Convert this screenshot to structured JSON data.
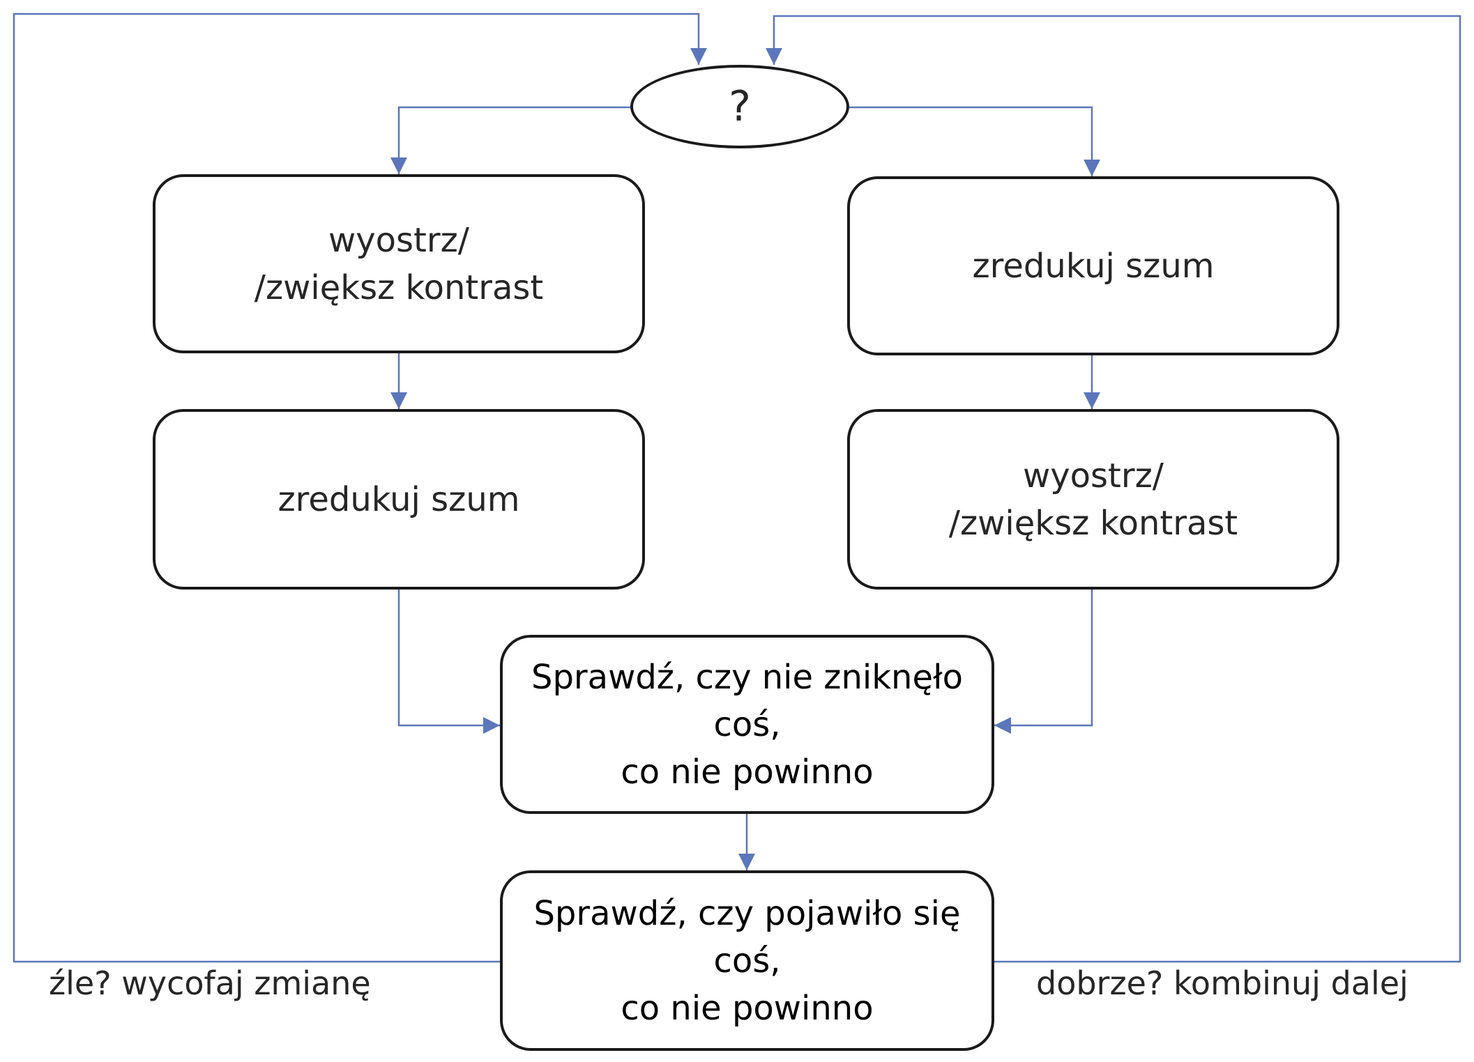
{
  "colors": {
    "connector": "#5b76ba",
    "border": "#1a1a1a",
    "text": "#262626"
  },
  "diagram": {
    "decision": {
      "text": "?"
    },
    "left_branch": {
      "step1": {
        "line1": "wyostrz/",
        "line2": "/zwiększ kontrast"
      },
      "step2": {
        "text": "zredukuj szum"
      }
    },
    "right_branch": {
      "step1": {
        "text": "zredukuj szum"
      },
      "step2": {
        "line1": "wyostrz/",
        "line2": "/zwiększ kontrast"
      }
    },
    "check1": {
      "line1": "Sprawdź, czy nie zniknęło coś,",
      "line2": "co nie powinno"
    },
    "check2": {
      "line1": "Sprawdź, czy pojawiło się coś,",
      "line2": "co nie powinno"
    },
    "feedback": {
      "bad": "źle? wycofaj zmianę",
      "good": "dobrze? kombinuj dalej"
    }
  }
}
